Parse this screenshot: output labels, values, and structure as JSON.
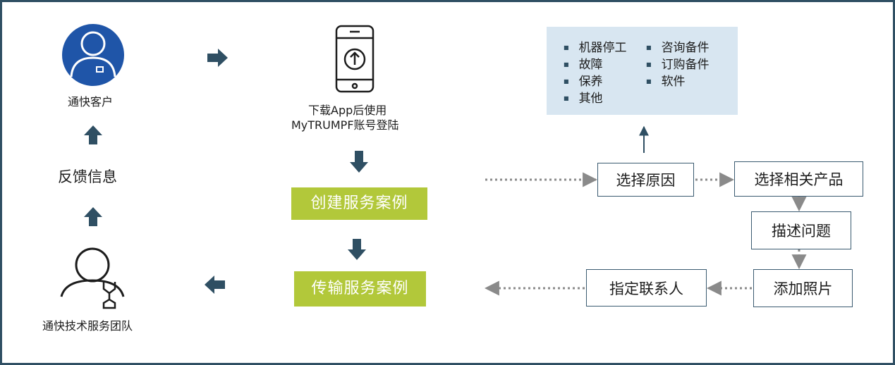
{
  "customer": {
    "label": "通快客户"
  },
  "feedback": {
    "label": "反馈信息"
  },
  "team": {
    "label": "通快技术服务团队"
  },
  "app": {
    "line1": "下载App后使用",
    "line2": "MyTRUMPF账号登陆"
  },
  "steps": {
    "create": "创建服务案例",
    "transmit": "传输服务案例"
  },
  "reasons": {
    "left": [
      "机器停工",
      "故障",
      "保养",
      "其他"
    ],
    "right": [
      "咨询备件",
      "订购备件",
      "软件"
    ]
  },
  "flow": {
    "select_reason": "选择原因",
    "select_product": "选择相关产品",
    "describe": "描述问题",
    "photo": "添加照片",
    "contact": "指定联系人"
  },
  "colors": {
    "navy": "#2f4f63",
    "green": "#b2c83a",
    "avatar_blue": "#1f55a8",
    "reason_bg": "#d8e6f1"
  }
}
